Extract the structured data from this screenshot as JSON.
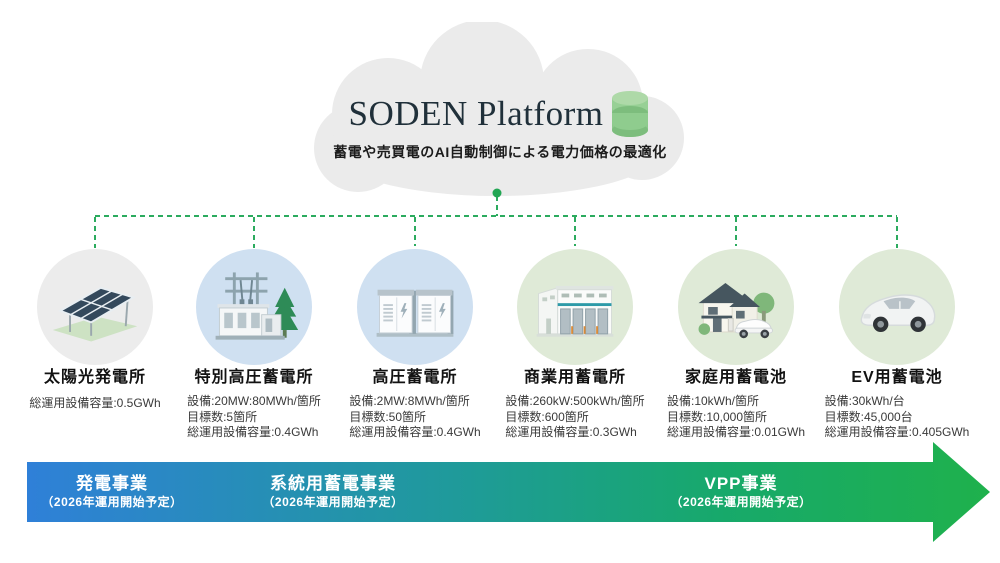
{
  "platform": {
    "title": "SODEN Platform",
    "subtitle": "蓄電や売買電のAI自動制御による電力価格の最適化",
    "icon": "database-icon"
  },
  "facilities": [
    {
      "name": "太陽光発電所",
      "icon": "solar-plant-icon",
      "lines": [
        "総運用設備容量:0.5GWh"
      ]
    },
    {
      "name": "特別高圧蓄電所",
      "icon": "substation-icon",
      "lines": [
        "設備:20MW:80MWh/箇所",
        "目標数:5箇所",
        "総運用設備容量:0.4GWh"
      ]
    },
    {
      "name": "高圧蓄電所",
      "icon": "battery-cabinet-icon",
      "lines": [
        "設備:2MW:8MWh/箇所",
        "目標数:50箇所",
        "総運用設備容量:0.4GWh"
      ]
    },
    {
      "name": "商業用蓄電所",
      "icon": "warehouse-icon",
      "lines": [
        "設備:260kW:500kWh/箇所",
        "目標数:600箇所",
        "総運用設備容量:0.3GWh"
      ]
    },
    {
      "name": "家庭用蓄電池",
      "icon": "house-ev-icon",
      "lines": [
        "設備:10kWh/箇所",
        "目標数:10,000箇所",
        "総運用設備容量:0.01GWh"
      ]
    },
    {
      "name": "EV用蓄電池",
      "icon": "ev-car-icon",
      "lines": [
        "設備:30kWh/台",
        "目標数:45,000台",
        "総運用設備容量:0.405GWh"
      ]
    }
  ],
  "timeline": [
    {
      "label": "発電事業",
      "sub": "（2026年運用開始予定）"
    },
    {
      "label": "系統用蓄電事業",
      "sub": "（2026年運用開始予定）"
    },
    {
      "label": "VPP事業",
      "sub": "（2026年運用開始予定）"
    }
  ],
  "colors": {
    "connector_green": "#2bab5e",
    "arrow_blue": "#2f80d8",
    "arrow_teal": "#1f9a9b",
    "arrow_green": "#1fb14c",
    "database_green": "#8cc98c",
    "cloud_gray": "#ebebeb",
    "circle_gray": "#ececec",
    "circle_blue": "#cfe0f1",
    "circle_green": "#dfead7"
  }
}
